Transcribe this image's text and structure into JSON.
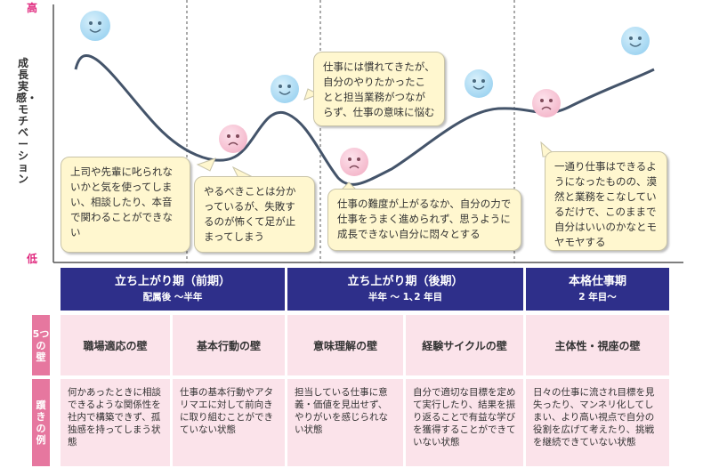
{
  "axis": {
    "high": "高",
    "low": "低",
    "title": "成長実感・モチベーション"
  },
  "bubbles": [
    "上司や先輩に叱られないかと気を使ってしまい、相談したり、本音で関わることができない",
    "やるべきことは分かっているが、失敗するのが怖くて足が止まってしまう",
    "仕事には慣れてきたが、自分のやりたかったことと担当業務がつながらず、仕事の意味に悩む",
    "仕事の難度が上がるなか、自分の力で仕事をうまく進められず、思うように成長できない自分に悶々とする",
    "一通り仕事はできるようになったものの、漠然と業務をこなしているだけで、このままで自分はいいのかなとモヤモヤする"
  ],
  "phases": [
    {
      "title": "立ち上がり期（前期）",
      "sub": "配属後 〜半年"
    },
    {
      "title": "立ち上がり期（後期）",
      "sub": "半年 〜 1､2 年目"
    },
    {
      "title": "本格仕事期",
      "sub": "2 年目〜"
    }
  ],
  "row_labels": {
    "walls": "5つの壁",
    "stumbles": "躓きの例"
  },
  "walls": [
    "職場適応の壁",
    "基本行動の壁",
    "意味理解の壁",
    "経験サイクルの壁",
    "主体性・視座の壁"
  ],
  "stumbles": [
    "何かあったときに相談できるような関係性を社内で構築できず、孤独感を持ってしまう状態",
    "仕事の基本行動やアタリマエに対して前向きに取り組むことができていない状態",
    "担当している仕事に意義・価値を見出せず、やりがいを感じられない状態",
    "自分で適切な目標を定めて実行したり、結果を振り返ることで有益な学びを獲得することができていない状態",
    "日々の仕事に流され目標を見失ったり、マンネリ化してしまい、より高い視点で自分の役割を広げて考えたり、挑戦を継続できていない状態"
  ],
  "colors": {
    "navy": "#2e2f8a",
    "pink_label": "#e6779f",
    "pink_bg": "#fbe3ea",
    "bubble": "#fff7cf",
    "happy_face": "#9fd6f2",
    "sad_face": "#f7c2d2"
  }
}
